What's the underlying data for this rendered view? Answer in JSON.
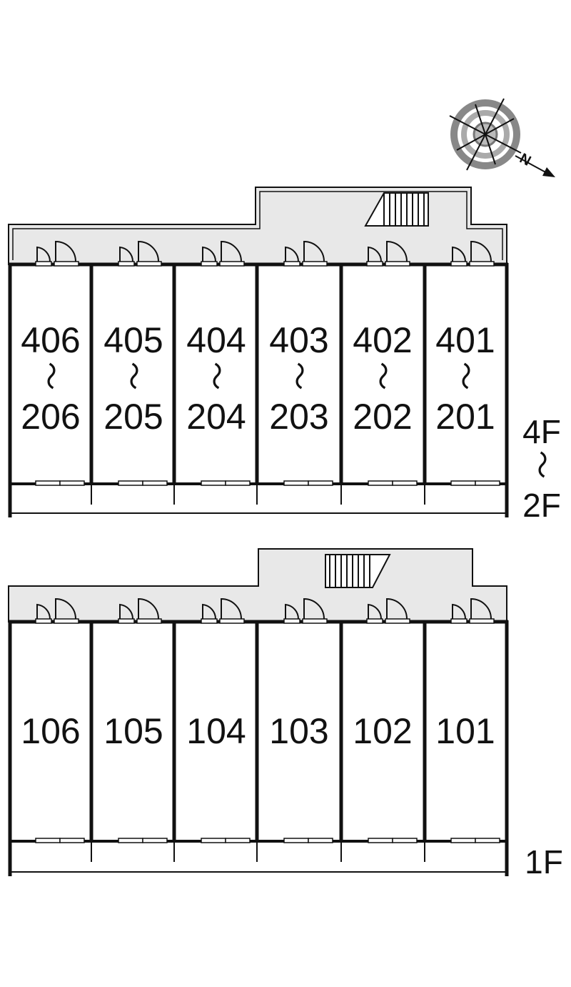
{
  "compass": {
    "label": "N",
    "icon": "compass-rose-icon"
  },
  "upper_block": {
    "floor_label_top": "4F",
    "floor_label_wave": "〜",
    "floor_label_bottom": "2F",
    "units": [
      {
        "top": "406",
        "wave": "〜",
        "bottom": "206"
      },
      {
        "top": "405",
        "wave": "〜",
        "bottom": "205"
      },
      {
        "top": "404",
        "wave": "〜",
        "bottom": "204"
      },
      {
        "top": "403",
        "wave": "〜",
        "bottom": "203"
      },
      {
        "top": "402",
        "wave": "〜",
        "bottom": "202"
      },
      {
        "top": "401",
        "wave": "〜",
        "bottom": "201"
      }
    ]
  },
  "lower_block": {
    "floor_label": "1F",
    "units": [
      {
        "label": "106"
      },
      {
        "label": "105"
      },
      {
        "label": "104"
      },
      {
        "label": "103"
      },
      {
        "label": "102"
      },
      {
        "label": "101"
      }
    ]
  },
  "colors": {
    "corridor": "#e8e8e8",
    "wall": "#111111",
    "background": "#ffffff"
  }
}
